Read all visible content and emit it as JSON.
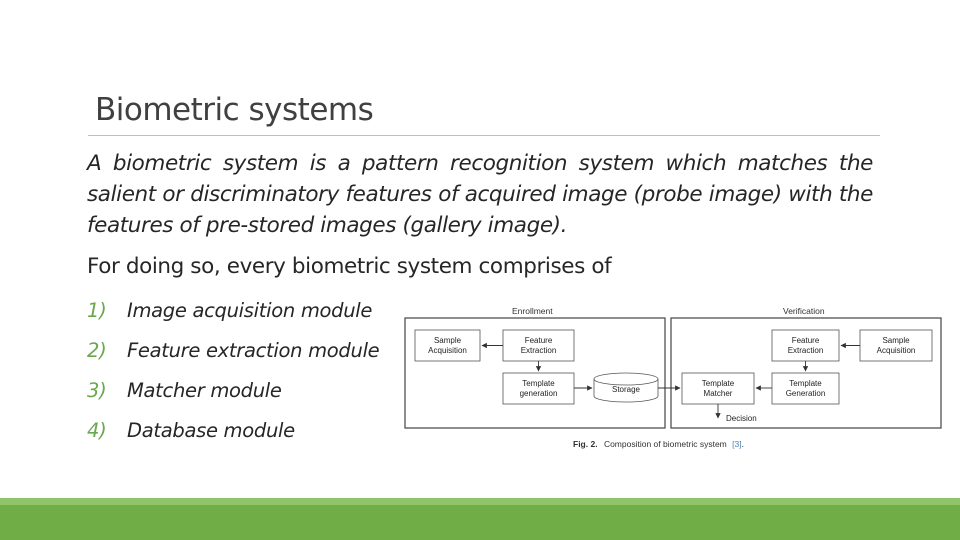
{
  "slide": {
    "title": "Biometric systems",
    "intro": "A biometric system is a pattern recognition system which matches the salient or discriminatory features of acquired image (probe image) with the features of pre-stored images (gallery image).",
    "lead": "For doing so, every biometric system comprises of",
    "modules": [
      {
        "num": "1)",
        "label": "Image acquisition module"
      },
      {
        "num": "2)",
        "label": "Feature extraction module"
      },
      {
        "num": "3)",
        "label": "Matcher module"
      },
      {
        "num": "4)",
        "label": "Database module"
      }
    ]
  },
  "figure": {
    "enrollment_label": "Enrollment",
    "verification_label": "Verification",
    "boxes": {
      "enroll_sample_1": "Sample",
      "enroll_sample_2": "Acquisition",
      "enroll_feature_1": "Feature",
      "enroll_feature_2": "Extraction",
      "enroll_template_1": "Template",
      "enroll_template_2": "generation",
      "storage": "Storage",
      "matcher_1": "Template",
      "matcher_2": "Matcher",
      "verify_feature_1": "Feature",
      "verify_feature_2": "Extraction",
      "verify_sample_1": "Sample",
      "verify_sample_2": "Acquisition",
      "verify_template_1": "Template",
      "verify_template_2": "Generation",
      "decision": "Decision"
    },
    "caption_prefix": "Fig. 2.",
    "caption_text": "Composition of biometric system",
    "caption_ref": "[3]",
    "caption_end": "."
  },
  "colors": {
    "accent_green": "#70ad47",
    "number_green": "#6aa84f",
    "caption_ref_blue": "#4a7fb5"
  }
}
